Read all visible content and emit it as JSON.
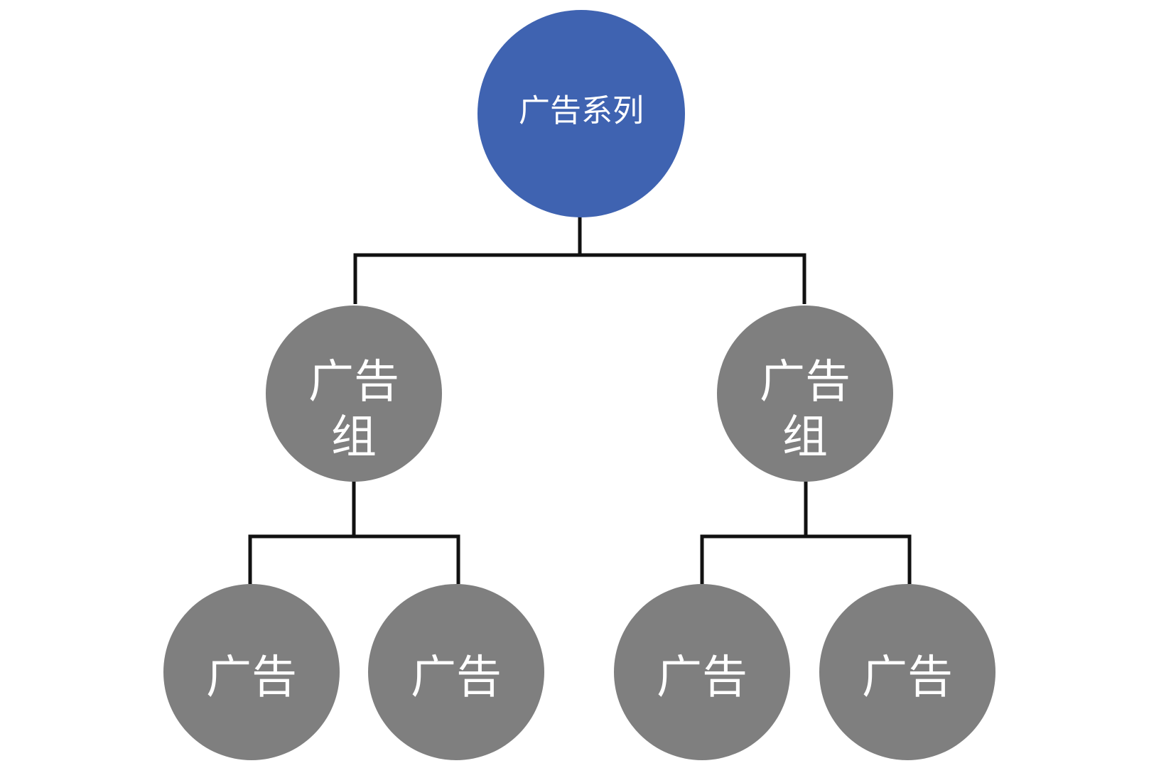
{
  "colors": {
    "root": "#3f63b1",
    "node": "#7f7f7f",
    "line": "#111111",
    "text": "#ffffff"
  },
  "root": {
    "label": "广告系列"
  },
  "groups": [
    {
      "label_line1": "广告",
      "label_line2": "组",
      "ads": [
        {
          "label": "广告"
        },
        {
          "label": "广告"
        }
      ]
    },
    {
      "label_line1": "广告",
      "label_line2": "组",
      "ads": [
        {
          "label": "广告"
        },
        {
          "label": "广告"
        }
      ]
    }
  ]
}
